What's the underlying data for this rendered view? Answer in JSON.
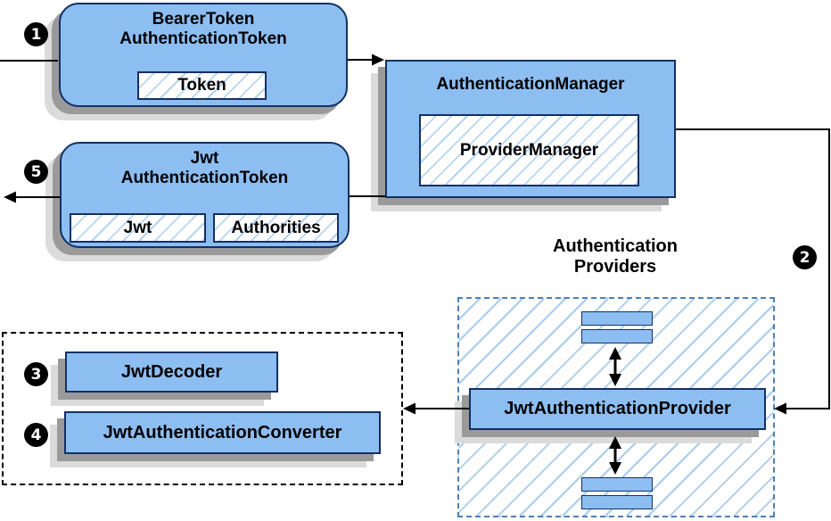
{
  "nodes": {
    "bearer_token": {
      "title_line1": "BearerToken",
      "title_line2": "AuthenticationToken",
      "field_token": "Token"
    },
    "authentication_manager": {
      "title": "AuthenticationManager",
      "implementation": "ProviderManager"
    },
    "jwt_authentication_token": {
      "title_line1": "Jwt",
      "title_line2": "AuthenticationToken",
      "field_jwt": "Jwt",
      "field_authorities": "Authorities"
    },
    "authentication_providers": {
      "caption_line1": "Authentication",
      "caption_line2": "Providers",
      "provider": "JwtAuthenticationProvider"
    },
    "decoder_group": {
      "decoder": "JwtDecoder",
      "converter": "JwtAuthenticationConverter"
    }
  },
  "steps": {
    "step1": "1",
    "step2": "2",
    "step3": "3",
    "step4": "4",
    "step5": "5"
  },
  "colors": {
    "node_fill": "#8dbef2",
    "node_border": "#143062",
    "hatch_line": "#a9cdf2",
    "providers_dash_border": "#4d7fb9",
    "black_dash_border": "#000000",
    "shadow_dark": "#9a9a9a",
    "shadow_light": "#dbdbdb",
    "connector": "#000000",
    "step_circle_bg": "#000000",
    "step_circle_text": "#ffffff"
  }
}
